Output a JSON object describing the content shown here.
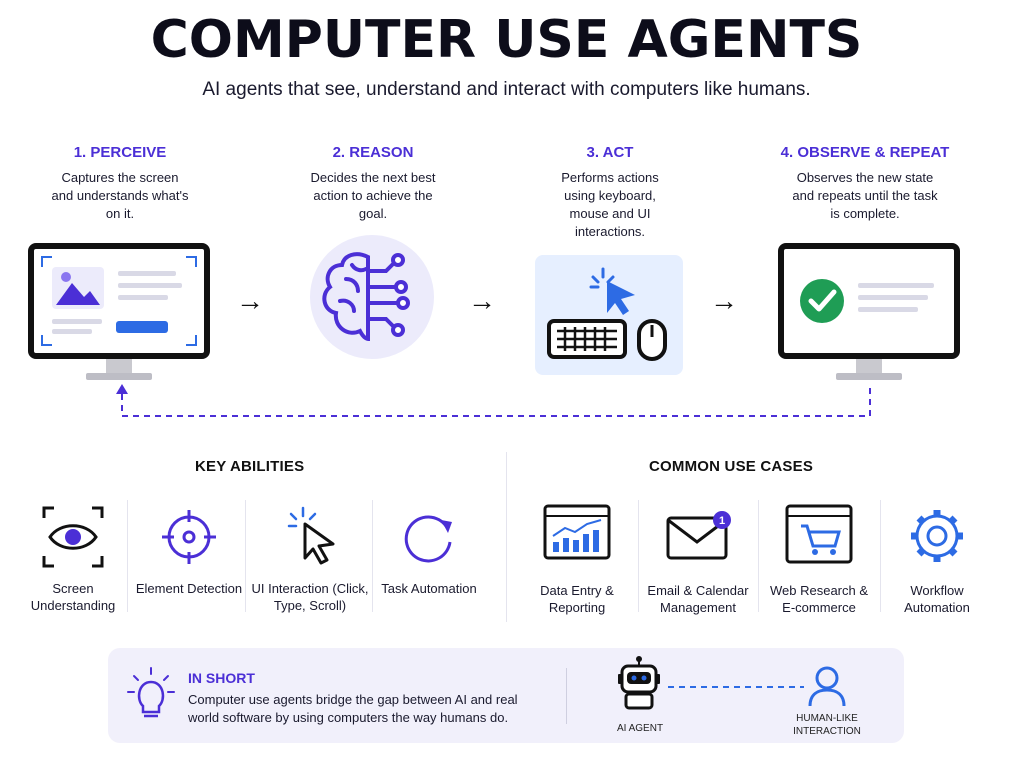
{
  "header": {
    "title": "COMPUTER USE AGENTS",
    "subtitle": "AI agents that see, understand and interact with computers like humans."
  },
  "steps": [
    {
      "title": "1. PERCEIVE",
      "desc": "Captures the screen and understands what's on it.",
      "icon": "monitor-image-icon"
    },
    {
      "title": "2. REASON",
      "desc": "Decides the next best action to achieve the goal.",
      "icon": "brain-circuit-icon"
    },
    {
      "title": "3. ACT",
      "desc": "Performs actions using keyboard, mouse and UI interactions.",
      "icon": "keyboard-mouse-click-icon"
    },
    {
      "title": "4. OBSERVE & REPEAT",
      "desc": "Observes the new state and repeats until the task is complete.",
      "icon": "monitor-check-icon"
    }
  ],
  "key_abilities": {
    "title": "KEY ABILITIES",
    "items": [
      {
        "label": "Screen Understanding",
        "icon": "eye-scan-icon"
      },
      {
        "label": "Element Detection",
        "icon": "crosshair-icon"
      },
      {
        "label": "UI Interaction (Click, Type, Scroll)",
        "icon": "cursor-click-icon"
      },
      {
        "label": "Task Automation",
        "icon": "refresh-icon"
      }
    ]
  },
  "use_cases": {
    "title": "COMMON USE CASES",
    "items": [
      {
        "label": "Data Entry & Reporting",
        "icon": "chart-window-icon"
      },
      {
        "label": "Email & Calendar Management",
        "icon": "mail-icon",
        "badge": "1"
      },
      {
        "label": "Web Research & E-commerce",
        "icon": "cart-window-icon"
      },
      {
        "label": "Workflow Automation",
        "icon": "gear-icon"
      }
    ]
  },
  "in_short": {
    "title": "IN SHORT",
    "text": "Computer use agents bridge the gap between AI and real world software by using computers the way humans do.",
    "agent_label": "AI AGENT",
    "human_label": "HUMAN-LIKE INTERACTION"
  },
  "colors": {
    "accent": "#4b2fd6",
    "accent_light": "#ecebfb",
    "check_green": "#1f9d55",
    "ui_blue": "#2d6be4"
  }
}
